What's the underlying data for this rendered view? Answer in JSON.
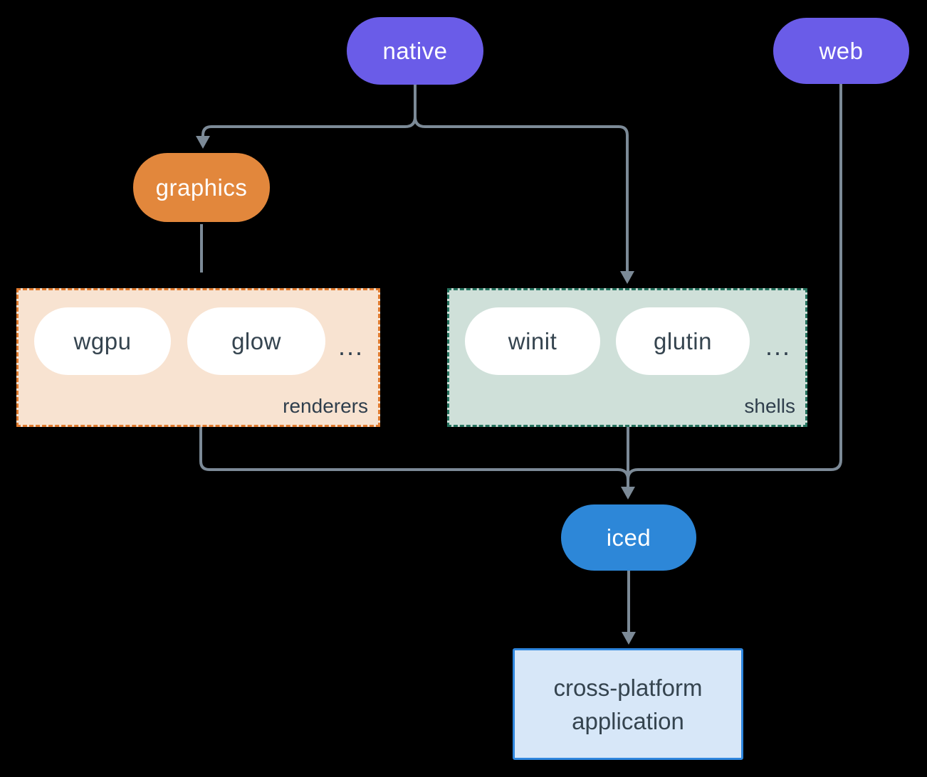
{
  "diagram": {
    "background": "#000000",
    "line_color": "#7c8a97",
    "nodes": {
      "native": {
        "label": "native",
        "fill": "#6a5ce8",
        "text_color": "#ffffff"
      },
      "web": {
        "label": "web",
        "fill": "#6a5ce8",
        "text_color": "#ffffff"
      },
      "graphics": {
        "label": "graphics",
        "fill": "#e2873c",
        "text_color": "#ffffff"
      },
      "iced": {
        "label": "iced",
        "fill": "#2d87d8",
        "text_color": "#ffffff"
      },
      "application": {
        "label": "cross-platform application",
        "lines": [
          "cross-platform",
          "application"
        ],
        "fill": "#d7e7f8",
        "border": "#2e86de",
        "text_color": "#35444f"
      }
    },
    "groups": {
      "renderers": {
        "label": "renderers",
        "items": [
          "wgpu",
          "glow"
        ],
        "ellipsis": "...",
        "fill": "#f8e3d1",
        "border": "#e07b2f"
      },
      "shells": {
        "label": "shells",
        "items": [
          "winit",
          "glutin"
        ],
        "ellipsis": "...",
        "fill": "#cfe0d9",
        "border": "#26735f"
      }
    }
  }
}
